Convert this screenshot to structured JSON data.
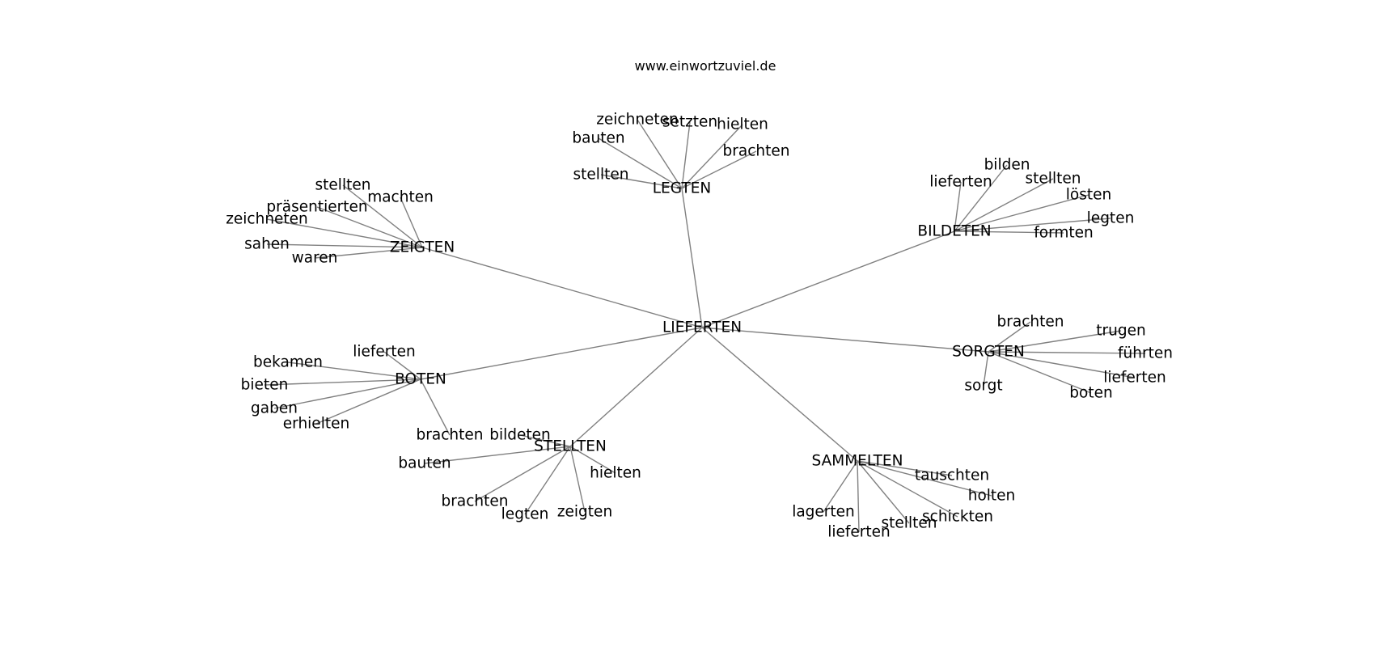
{
  "site": "www.einwortzuviel.de",
  "colors": {
    "edge": "#808080",
    "text": "#000000",
    "background": "#ffffff"
  },
  "graph": {
    "center": {
      "label": "LIEFERTEN"
    },
    "hubs": [
      {
        "label": "LEGTEN",
        "leaves": [
          "zeichneten",
          "setzten",
          "hielten",
          "bauten",
          "brachten",
          "stellten"
        ]
      },
      {
        "label": "ZEIGTEN",
        "leaves": [
          "stellten",
          "machten",
          "präsentierten",
          "zeichneten",
          "sahen",
          "waren"
        ]
      },
      {
        "label": "BILDETEN",
        "leaves": [
          "bilden",
          "lieferten",
          "stellten",
          "lösten",
          "legten",
          "formten"
        ]
      },
      {
        "label": "SORGTEN",
        "leaves": [
          "brachten",
          "trugen",
          "führten",
          "lieferten",
          "boten",
          "sorgt"
        ]
      },
      {
        "label": "BOTEN",
        "leaves": [
          "lieferten",
          "bekamen",
          "bieten",
          "gaben",
          "erhielten",
          "brachten"
        ]
      },
      {
        "label": "STELLTEN",
        "leaves": [
          "bildeten",
          "bauten",
          "hielten",
          "brachten",
          "legten",
          "zeigten"
        ]
      },
      {
        "label": "SAMMELTEN",
        "leaves": [
          "tauschten",
          "holten",
          "schickten",
          "stellten",
          "lieferten",
          "lagerten"
        ]
      }
    ]
  }
}
